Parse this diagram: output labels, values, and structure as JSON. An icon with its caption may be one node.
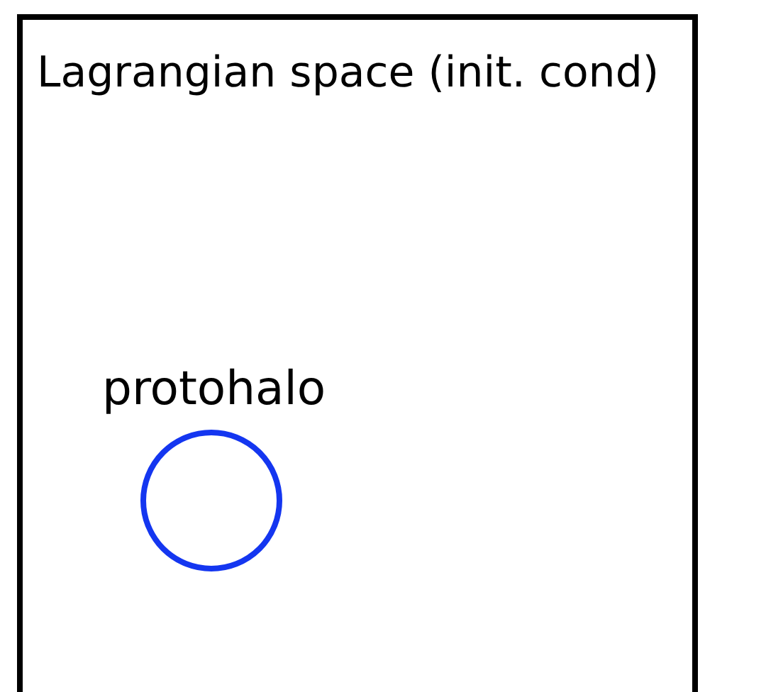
{
  "diagram": {
    "nodes": [
      {
        "text": [
          "Lagrangian space (init. cond)"
        ]
      },
      {
        "text": [
          "protohalo"
        ],
        "in": 0
      }
    ]
  }
}
